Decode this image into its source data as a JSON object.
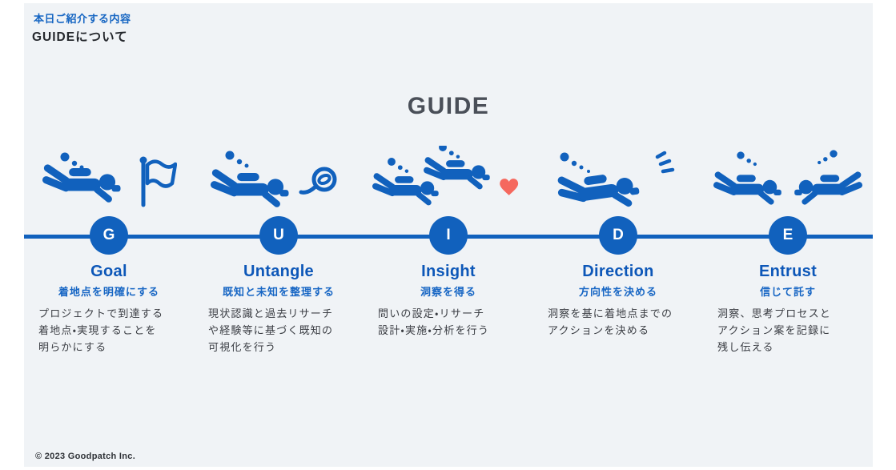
{
  "header": {
    "eyebrow": "本日ご紹介する内容",
    "title": "GUIDEについて"
  },
  "main_title": "GUIDE",
  "steps": [
    {
      "letter": "G",
      "title": "Goal",
      "subtitle": "着地点を明確にする",
      "description": "プロジェクトで到達する\n着地点・実現することを\n明らかにする",
      "icon": "diver-with-flag-icon"
    },
    {
      "letter": "U",
      "title": "Untangle",
      "subtitle": "既知と未知を整理する",
      "description": "現状認識と過去リサーチ\nや経験等に基づく既知の\n可視化を行う",
      "icon": "diver-with-tangle-icon"
    },
    {
      "letter": "I",
      "title": "Insight",
      "subtitle": "洞察を得る",
      "description": "問いの設定・リサーチ\n設計・実施・分析を行う",
      "icon": "two-divers-with-heart-icon"
    },
    {
      "letter": "D",
      "title": "Direction",
      "subtitle": "方向性を決める",
      "description": "洞察を基に着地点までの\nアクションを決める",
      "icon": "diver-alert-icon"
    },
    {
      "letter": "E",
      "title": "Entrust",
      "subtitle": "信じて託す",
      "description": "洞察、思考プロセスと\nアクション案を記録に\n残し伝える",
      "icon": "two-divers-facing-icon"
    }
  ],
  "footer": {
    "copyright": "© 2023 Goodpatch Inc."
  },
  "colors": {
    "primary_blue": "#1161bd",
    "eyebrow_blue": "#1565c2",
    "title_blue": "#0d57b8",
    "subtitle_blue": "#1766c4",
    "heart_red": "#f5685e",
    "slide_bg": "#f0f3f6",
    "heading_gray": "#4a4f58",
    "body_text": "#3b3e44",
    "copyright_color": "#2f3237"
  }
}
